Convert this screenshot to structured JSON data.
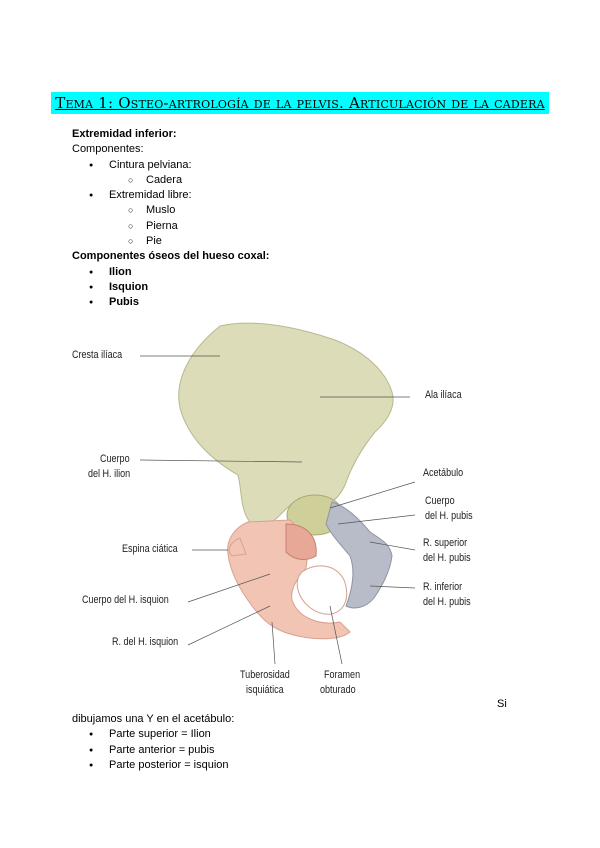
{
  "title": "Tema 1: Osteo-artrología de la pelvis. Articulación de la cadera",
  "section1": {
    "heading": "Extremidad inferior:",
    "intro": "Componentes:",
    "items": [
      {
        "label": "Cintura pelviana:",
        "sub": [
          "Cadera"
        ]
      },
      {
        "label": "Extremidad libre:",
        "sub": [
          "Muslo",
          "Pierna",
          "Pie"
        ]
      }
    ]
  },
  "section2": {
    "heading": "Componentes óseos del hueso coxal:",
    "items": [
      "Ilion",
      "Isquion",
      "Pubis"
    ]
  },
  "figure": {
    "labels": {
      "cresta": "Cresta ilíaca",
      "ala": "Ala ilíaca",
      "cuerpo_ilion_1": "Cuerpo",
      "cuerpo_ilion_2": "del H. ilion",
      "acetabulo": "Acetábulo",
      "cuerpo_pubis_1": "Cuerpo",
      "cuerpo_pubis_2": "del H. pubis",
      "rsup_1": "R. superior",
      "rsup_2": "del H. pubis",
      "espina": "Espina ciática",
      "rinf_1": "R. inferior",
      "rinf_2": "del H. pubis",
      "cuerpo_isquion": "Cuerpo del H. isquion",
      "rama_isquion": "R. del H. isquion",
      "tuber_1": "Tuberosidad",
      "tuber_2": "isquiática",
      "foramen_1": "Foramen",
      "foramen_2": "obturado"
    },
    "colors": {
      "ilion": "#dcdcb8",
      "isquion": "#f2c4b4",
      "pubis": "#b8bcc8"
    }
  },
  "trailing_word": "Si",
  "section3": {
    "intro": "dibujamos una Y en el acetábulo:",
    "items": [
      "Parte superior = Ilion",
      "Parte anterior = pubis",
      "Parte posterior = isquion"
    ]
  }
}
